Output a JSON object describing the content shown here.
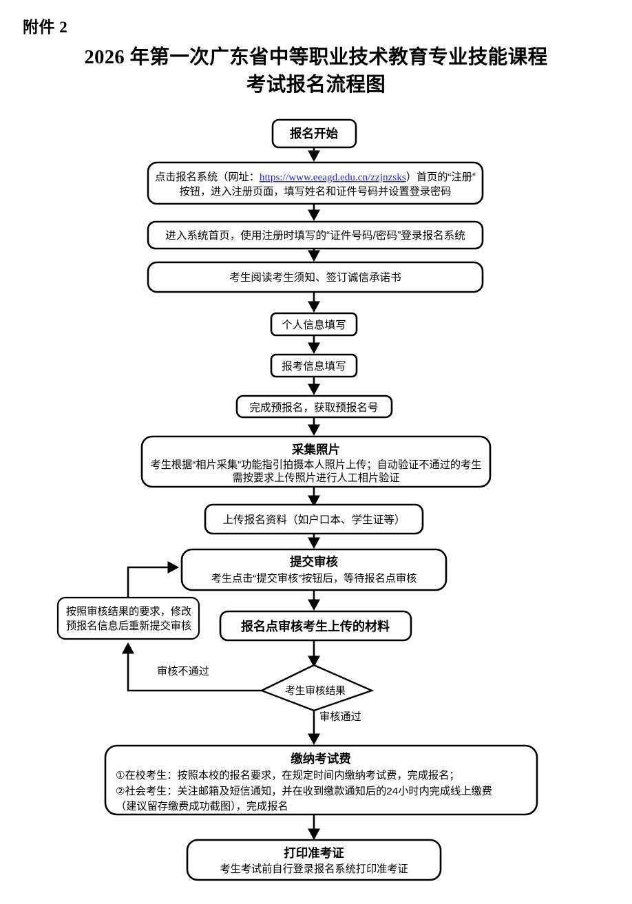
{
  "document": {
    "attachment_label": "附件 2",
    "title_line1": "2026 年第一次广东省中等职业技术教育专业技能课程",
    "title_line2": "考试报名流程图"
  },
  "colors": {
    "stroke": "#000000",
    "background": "#ffffff",
    "link": "#2222cc"
  },
  "chart_data": {
    "type": "flowchart",
    "title": "2026 年第一次广东省中等职业技术教育专业技能课程考试报名流程图",
    "orientation": "top-to-bottom",
    "nodes": [
      {
        "id": "start",
        "shape": "rounded-rect",
        "style": "bold-single",
        "lines": [
          "报名开始"
        ]
      },
      {
        "id": "register",
        "shape": "rounded-rect",
        "style": "plain-multi",
        "lines": [
          "点击报名系统（网址：https://www.eeagd.edu.cn/zzjnzsks）首页的“注册”",
          "按钮，进入注册页面，填写姓名和证件号码并设置登录密码"
        ],
        "link_text": "https://www.eeagd.edu.cn/zzjnzsks"
      },
      {
        "id": "login",
        "shape": "rounded-rect",
        "style": "plain-single",
        "lines": [
          "进入系统首页，使用注册时填写的“证件号码/密码”登录报名系统"
        ]
      },
      {
        "id": "read-notice",
        "shape": "rounded-rect",
        "style": "plain-single",
        "lines": [
          "考生阅读考生须知、签订诚信承诺书"
        ]
      },
      {
        "id": "personal-info",
        "shape": "rounded-rect",
        "style": "plain-single",
        "lines": [
          "个人信息填写"
        ]
      },
      {
        "id": "exam-info",
        "shape": "rounded-rect",
        "style": "plain-single",
        "lines": [
          "报考信息填写"
        ]
      },
      {
        "id": "pre-register",
        "shape": "rounded-rect",
        "style": "plain-single",
        "lines": [
          "完成预报名，获取预报名号"
        ]
      },
      {
        "id": "photo",
        "shape": "rounded-rect",
        "style": "head-plus-body",
        "heading": "采集照片",
        "lines": [
          "考生根据“相片采集”功能指引拍摄本人照片上传；自动验证不通过的考生",
          "需按要求上传照片进行人工相片验证"
        ]
      },
      {
        "id": "upload-docs",
        "shape": "rounded-rect",
        "style": "plain-single",
        "lines": [
          "上传报名资料（如户口本、学生证等）"
        ]
      },
      {
        "id": "submit-review",
        "shape": "rounded-rect",
        "style": "head-plus-body",
        "heading": "提交审核",
        "lines": [
          "考生点击“提交审核”按钮后，等待报名点审核"
        ]
      },
      {
        "id": "site-review",
        "shape": "rounded-rect",
        "style": "bold-single",
        "lines": [
          "报名点审核考生上传的材料"
        ]
      },
      {
        "id": "fix-resubmit",
        "shape": "rounded-rect",
        "style": "plain-multi",
        "lines": [
          "按照审核结果的要求，修改",
          "预报名信息后重新提交审核"
        ]
      },
      {
        "id": "decision",
        "shape": "diamond",
        "lines": [
          "考生审核结果"
        ]
      },
      {
        "id": "pay-fee",
        "shape": "rounded-rect",
        "style": "head-plus-body",
        "heading": "缴纳考试费",
        "lines": [
          "①在校考生：按照本校的报名要求，在规定时间内缴纳考试费，完成报名；",
          "②社会考生：关注邮箱及短信通知，并在收到缴款通知后的24小时内完成线上缴费",
          "（建议留存缴费成功截图），完成报名"
        ]
      },
      {
        "id": "print-ticket",
        "shape": "rounded-rect",
        "style": "head-plus-body",
        "heading": "打印准考证",
        "lines": [
          "考生考试前自行登录报名系统打印准考证"
        ]
      }
    ],
    "edges": [
      {
        "id": "e1",
        "from": "start",
        "to": "register",
        "label": ""
      },
      {
        "id": "e2",
        "from": "register",
        "to": "login",
        "label": ""
      },
      {
        "id": "e3",
        "from": "login",
        "to": "read-notice",
        "label": ""
      },
      {
        "id": "e4",
        "from": "read-notice",
        "to": "personal-info",
        "label": ""
      },
      {
        "id": "e5",
        "from": "personal-info",
        "to": "exam-info",
        "label": ""
      },
      {
        "id": "e6",
        "from": "exam-info",
        "to": "pre-register",
        "label": ""
      },
      {
        "id": "e7",
        "from": "pre-register",
        "to": "photo",
        "label": ""
      },
      {
        "id": "e8",
        "from": "photo",
        "to": "upload-docs",
        "label": ""
      },
      {
        "id": "e9",
        "from": "upload-docs",
        "to": "submit-review",
        "label": ""
      },
      {
        "id": "e10",
        "from": "submit-review",
        "to": "site-review",
        "label": ""
      },
      {
        "id": "e11",
        "from": "site-review",
        "to": "decision",
        "label": ""
      },
      {
        "id": "e12",
        "from": "decision",
        "to": "fix-resubmit",
        "label": "审核不通过"
      },
      {
        "id": "e13",
        "from": "fix-resubmit",
        "to": "submit-review",
        "label": ""
      },
      {
        "id": "e14",
        "from": "decision",
        "to": "pay-fee",
        "label": "审核通过"
      },
      {
        "id": "e15",
        "from": "pay-fee",
        "to": "print-ticket",
        "label": ""
      }
    ],
    "edge_labels": {
      "reject": "审核不通过",
      "approve": "审核通过"
    }
  }
}
